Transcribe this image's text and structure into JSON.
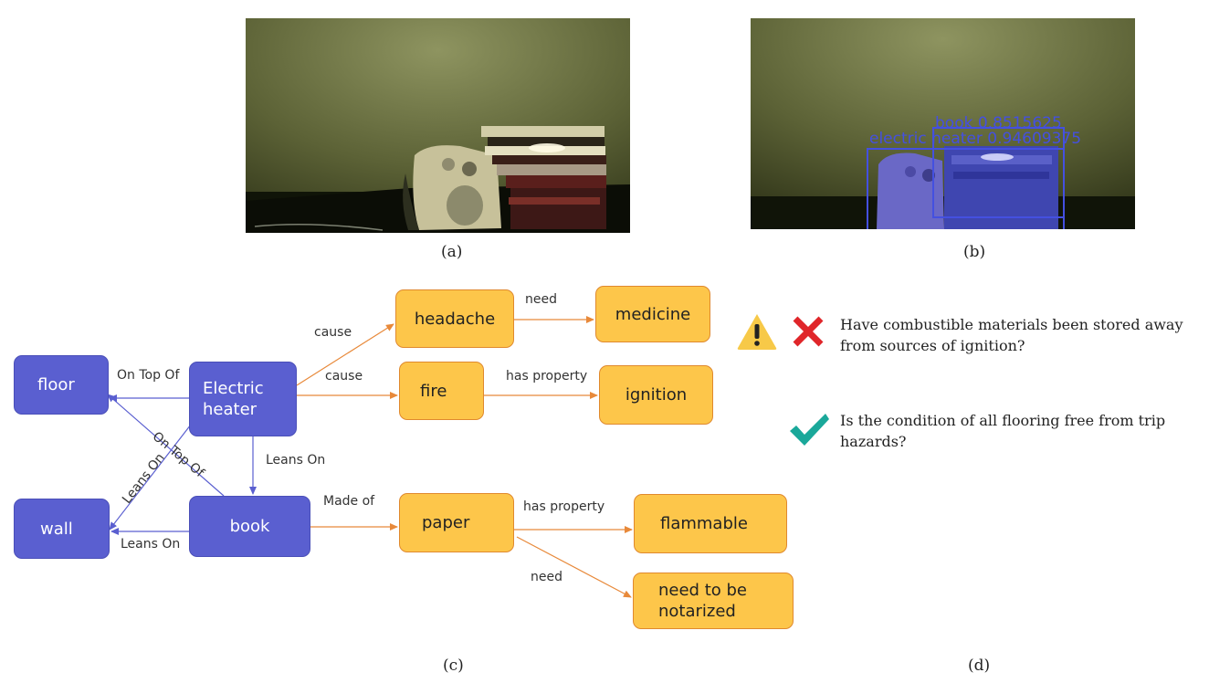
{
  "captions": {
    "a": "(a)",
    "b": "(b)",
    "c": "(c)",
    "d": "(d)"
  },
  "detections": [
    {
      "label": "electric heater",
      "score": "0.94609375"
    },
    {
      "label": "book",
      "score": "0.8515625"
    }
  ],
  "graph": {
    "nodes": {
      "floor": "floor",
      "heater_line1": "Electric",
      "heater_line2": "heater",
      "wall": "wall",
      "book": "book",
      "headache": "headache",
      "medicine": "medicine",
      "fire": "fire",
      "ignition": "ignition",
      "paper": "paper",
      "flammable": "flammable",
      "notarized_line1": "need to be",
      "notarized_line2": "notarized"
    },
    "edges": {
      "heater_floor": "On Top Of",
      "book_floor": "On Top Of",
      "heater_book": "Leans On",
      "heater_wall": "Leans On",
      "book_wall": "Leans On",
      "heater_headache": "cause",
      "heater_fire": "cause",
      "headache_medicine": "need",
      "fire_ignition": "has property",
      "book_paper": "Made of",
      "paper_flammable": "has property",
      "paper_notarized": "need"
    }
  },
  "checklist": [
    {
      "status": "fail",
      "icons": [
        "warning-icon",
        "cross-icon"
      ],
      "line1": "Have combustible materials been stored away",
      "line2": "from sources of ignition?"
    },
    {
      "status": "pass",
      "icons": [
        "checkmark-icon"
      ],
      "line1": "Is the condition of all flooring free from trip",
      "line2": "hazards?"
    }
  ],
  "colors": {
    "node_blue": "#5a5fd0",
    "node_orange": "#fdc64a",
    "edge_blue": "#5a5fd0",
    "edge_orange": "#e8893a",
    "detection_box": "#4450e0",
    "cross": "#e0262a",
    "check": "#1aa89a",
    "warning": "#f7c948"
  }
}
